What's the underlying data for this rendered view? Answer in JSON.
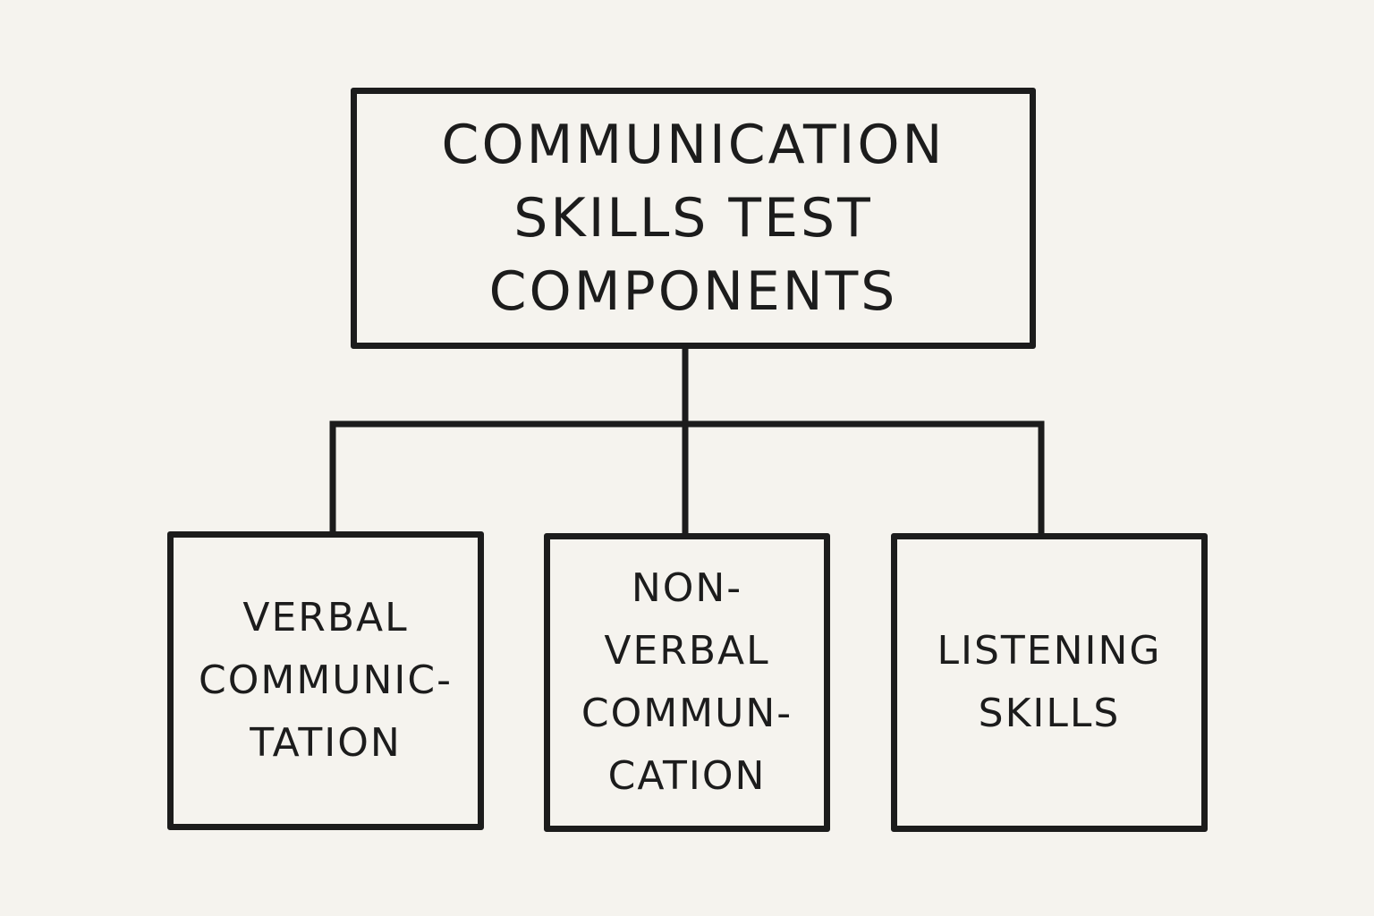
{
  "diagram": {
    "root": {
      "lines": [
        "COMMUNICATION",
        "SKILLS TEST",
        "COMPONENTS"
      ]
    },
    "children": [
      {
        "lines": [
          "VERBAL",
          "COMMUNIC-",
          "TATION"
        ]
      },
      {
        "lines": [
          "NON-",
          "VERBAL",
          "COMMUN-",
          "CATION"
        ]
      },
      {
        "lines": [
          "LISTENING",
          "SKILLS"
        ]
      }
    ]
  },
  "colors": {
    "background": "#f5f3ee",
    "ink": "#1c1c1c"
  }
}
